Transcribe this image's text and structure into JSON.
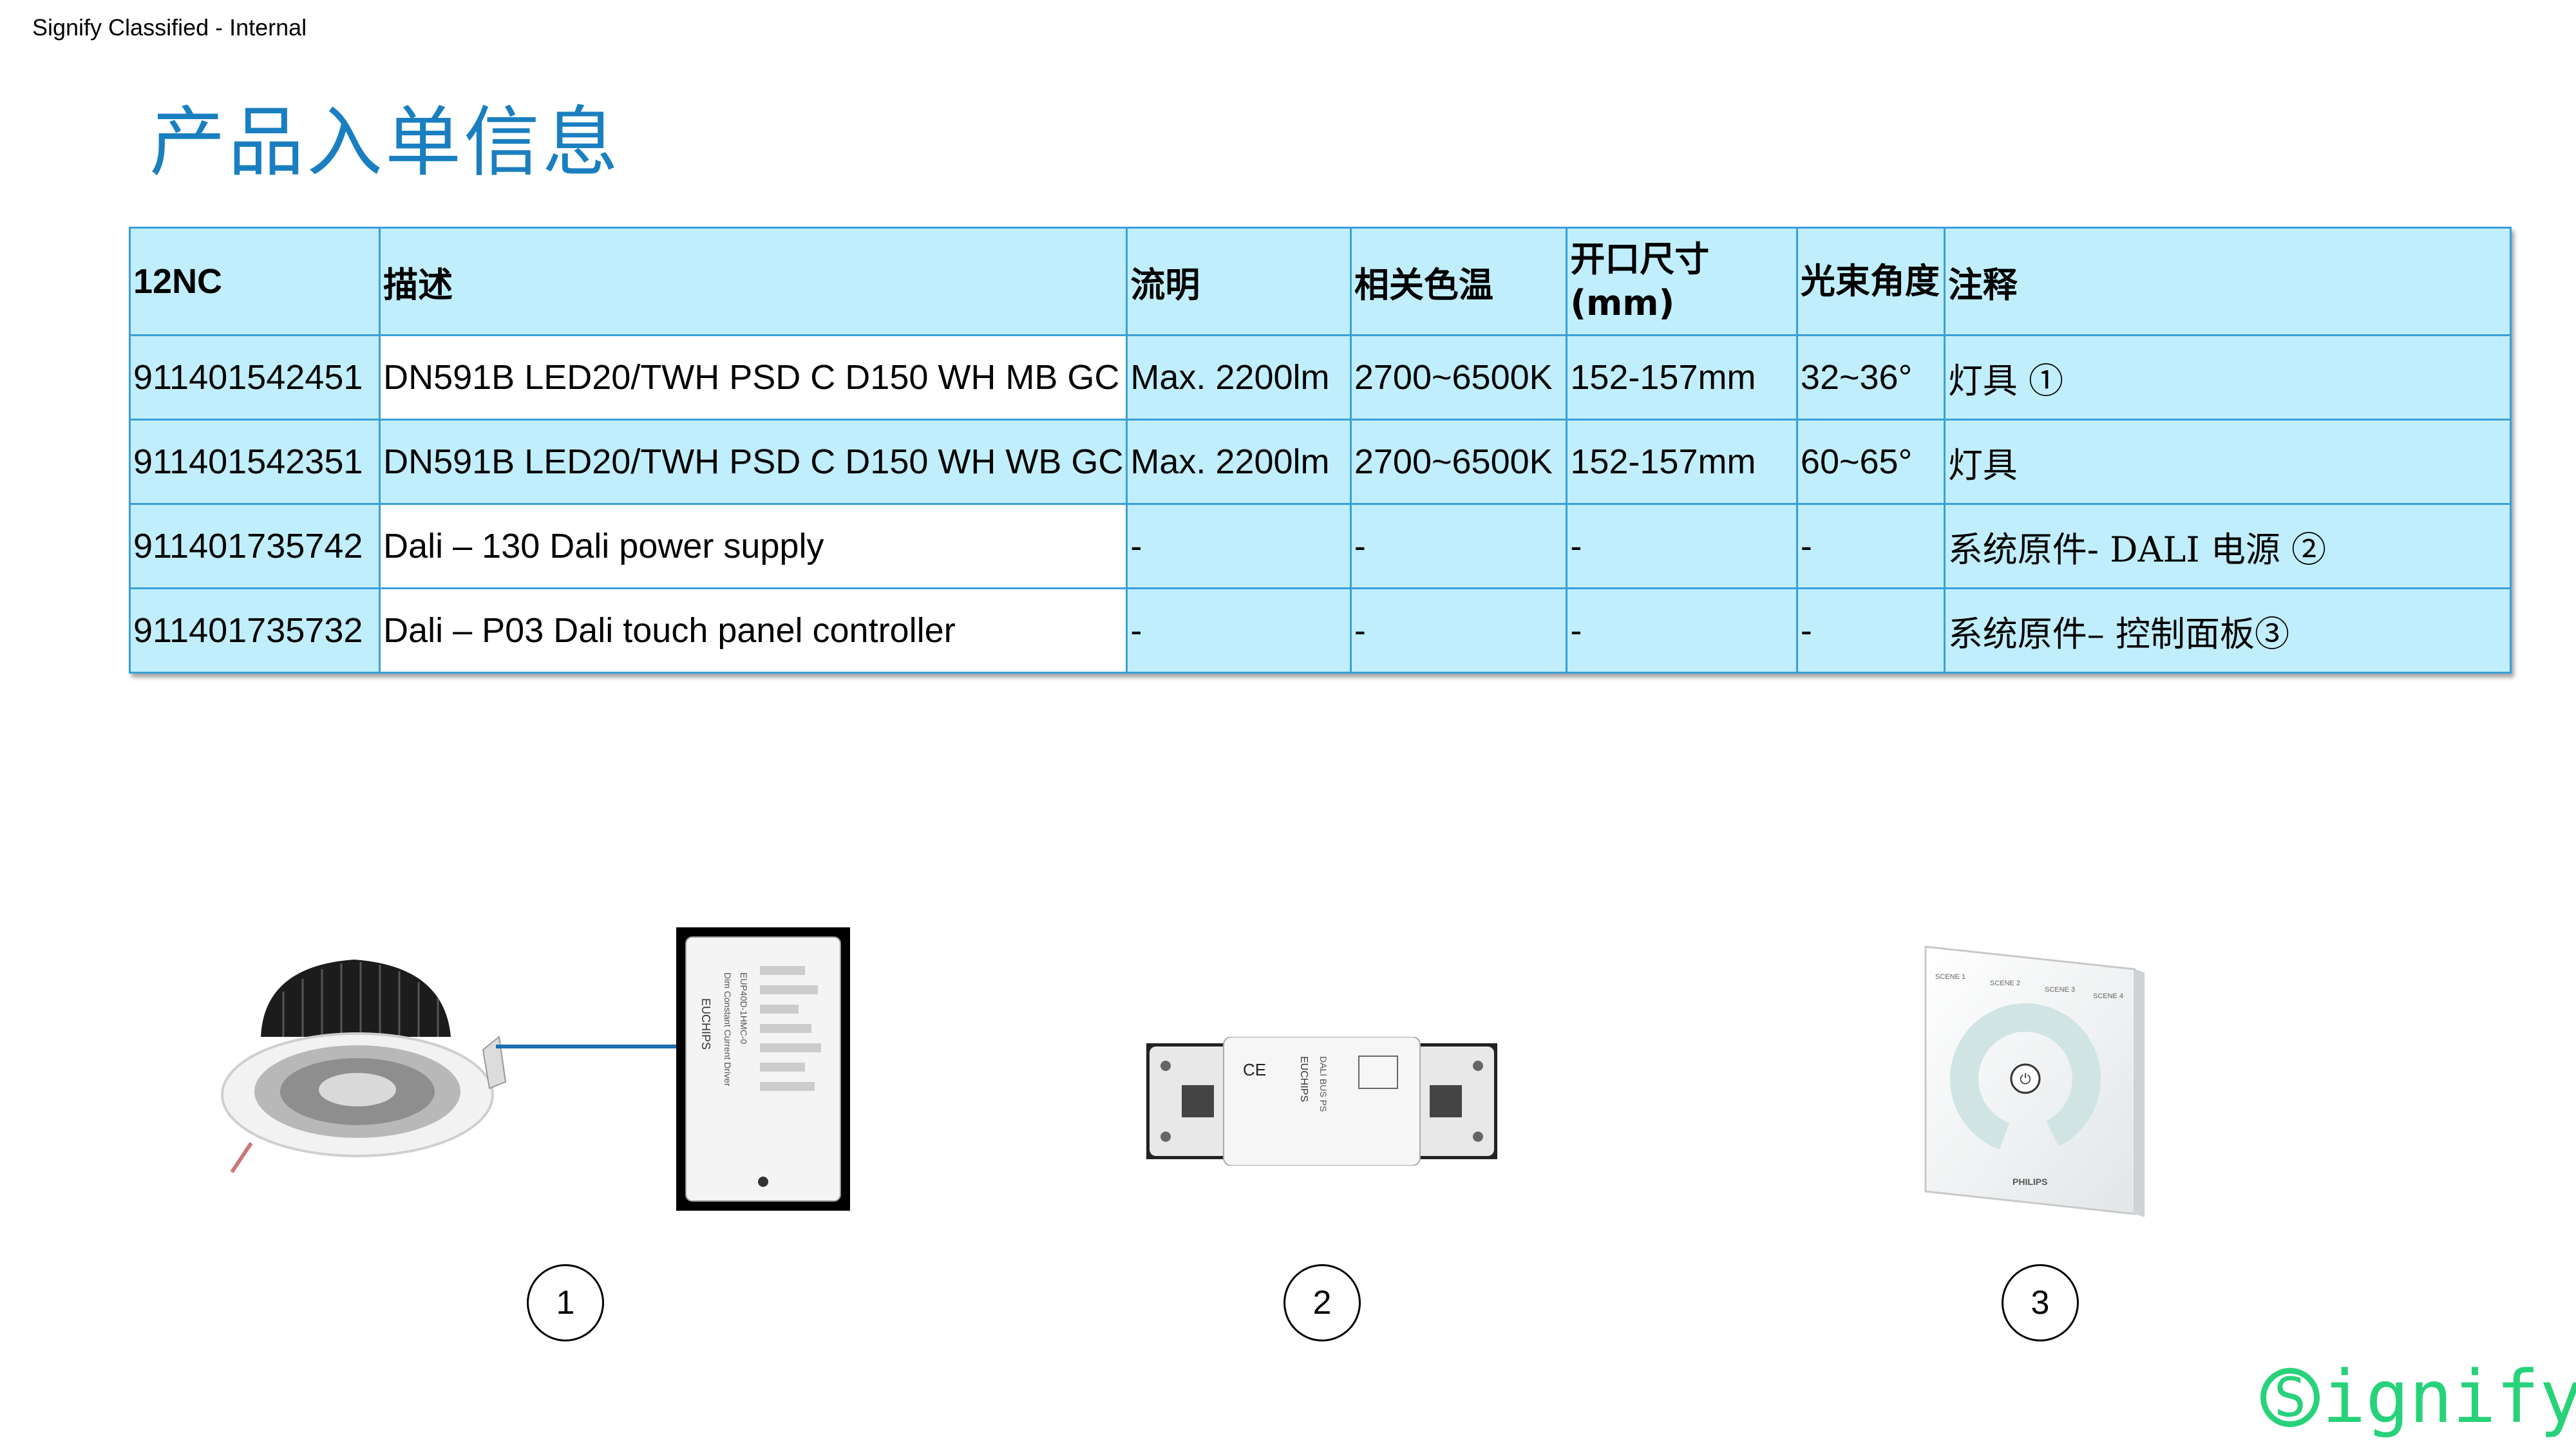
{
  "classification": "Signify Classified - Internal",
  "title": "产品入单信息",
  "table": {
    "headers": [
      "12NC",
      "描述",
      "流明",
      "相关色温",
      "开口尺寸(mm)",
      "光束角度",
      "注释"
    ],
    "rows": [
      [
        "911401542451",
        "DN591B LED20/TWH PSD C D150  WH MB GC",
        "Max. 2200lm",
        "2700~6500K",
        "152-157mm",
        "32~36°",
        "灯具 ①"
      ],
      [
        "911401542351",
        "DN591B LED20/TWH PSD C D150  WH WB GC",
        "Max. 2200lm",
        "2700~6500K",
        "152-157mm",
        "60~65°",
        "灯具"
      ],
      [
        "911401735742",
        "Dali – 130 Dali power supply",
        "-",
        "-",
        "-",
        "-",
        "系统原件- DALI 电源 ②"
      ],
      [
        "911401735732",
        "Dali – P03 Dali touch panel controller",
        "-",
        "-",
        "-",
        "-",
        "系统原件– 控制面板③"
      ]
    ]
  },
  "products": [
    {
      "number": "1",
      "icon": "downlight-with-driver-image"
    },
    {
      "number": "2",
      "icon": "dali-power-supply-image"
    },
    {
      "number": "3",
      "icon": "touch-panel-controller-image"
    }
  ],
  "driver_label": {
    "brand": "EUCHIPS",
    "line1": "Dim Constant Current Driver",
    "line2": "EUP40D-1HMC-0"
  },
  "psu_label": {
    "brand": "EUCHIPS",
    "line1": "DALI BUS PS"
  },
  "panel_label": {
    "brand": "PHILIPS",
    "s1": "SCENE 1",
    "s2": "SCENE 2",
    "s3": "SCENE 3",
    "s4": "SCENE 4"
  },
  "logo": {
    "text": "ignify",
    "s": "S"
  },
  "colors": {
    "title": "#1a7fc0",
    "table_fill": "#c1eefc",
    "table_border": "#3a9fd8",
    "logo": "#28d27a"
  }
}
